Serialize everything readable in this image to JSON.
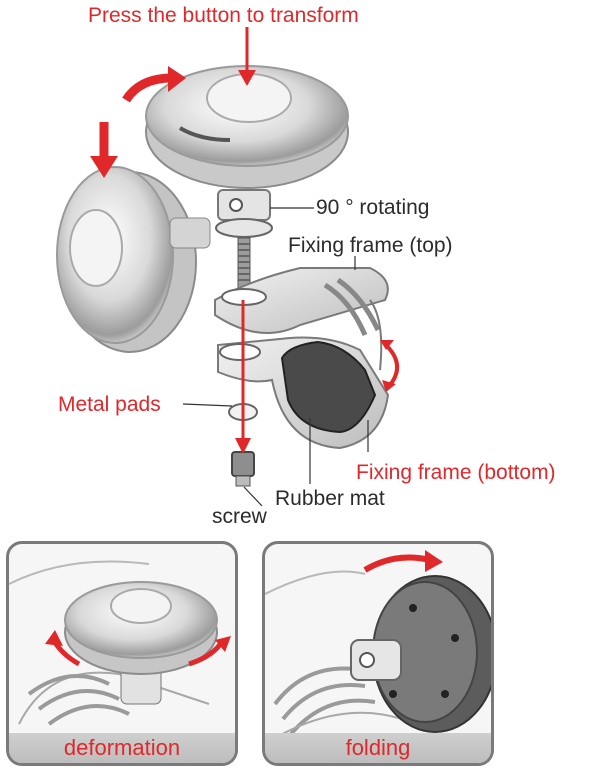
{
  "labels": {
    "press_button": "Press the button to transform",
    "rotating": "90 ° rotating",
    "frame_top": "Fixing frame (top)",
    "metal_pads": "Metal pads",
    "frame_bottom": "Fixing frame (bottom)",
    "rubber_mat": "Rubber mat",
    "screw": "screw"
  },
  "panels": {
    "left_caption": "deformation",
    "right_caption": "folding"
  },
  "colors": {
    "accent_red": "#e0282a",
    "label_dark": "#2b2b2b",
    "panel_border": "#7a7a7a"
  }
}
